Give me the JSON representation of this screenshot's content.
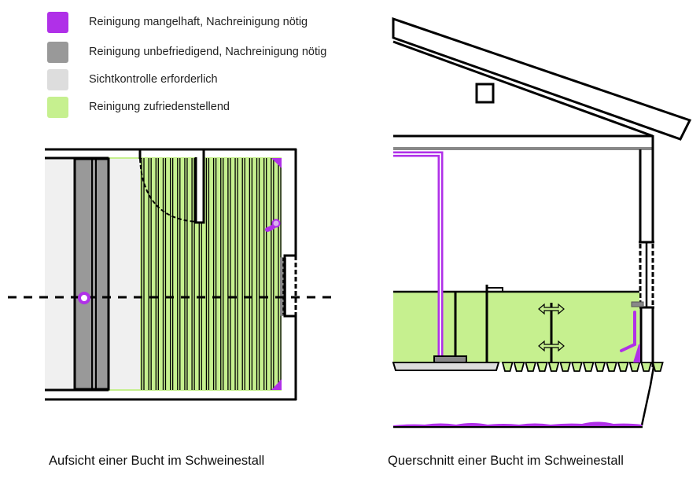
{
  "colors": {
    "purple": "#b030e8",
    "dark_gray": "#999999",
    "light_gray": "#dddddd",
    "green": "#c6f08f",
    "line": "#000000",
    "ceiling_gray": "#888888"
  },
  "legend": [
    {
      "key": "purple",
      "label": "Reinigung mangelhaft, Nachreinigung nötig"
    },
    {
      "key": "dark_gray",
      "label": "Reinigung unbefriedigend, Nachreinigung nötig"
    },
    {
      "key": "light_gray",
      "label": "Sichtkontrolle erforderlich"
    },
    {
      "key": "green",
      "label": "Reinigung zufriedenstellend"
    }
  ],
  "captions": {
    "plan_view": "Aufsicht einer Bucht im Schweinestall",
    "cross_section": "Querschnitt einer Bucht im Schweinestall"
  },
  "plan": {
    "slat_count": 20
  },
  "section": {
    "floor_slot_count": 14
  }
}
